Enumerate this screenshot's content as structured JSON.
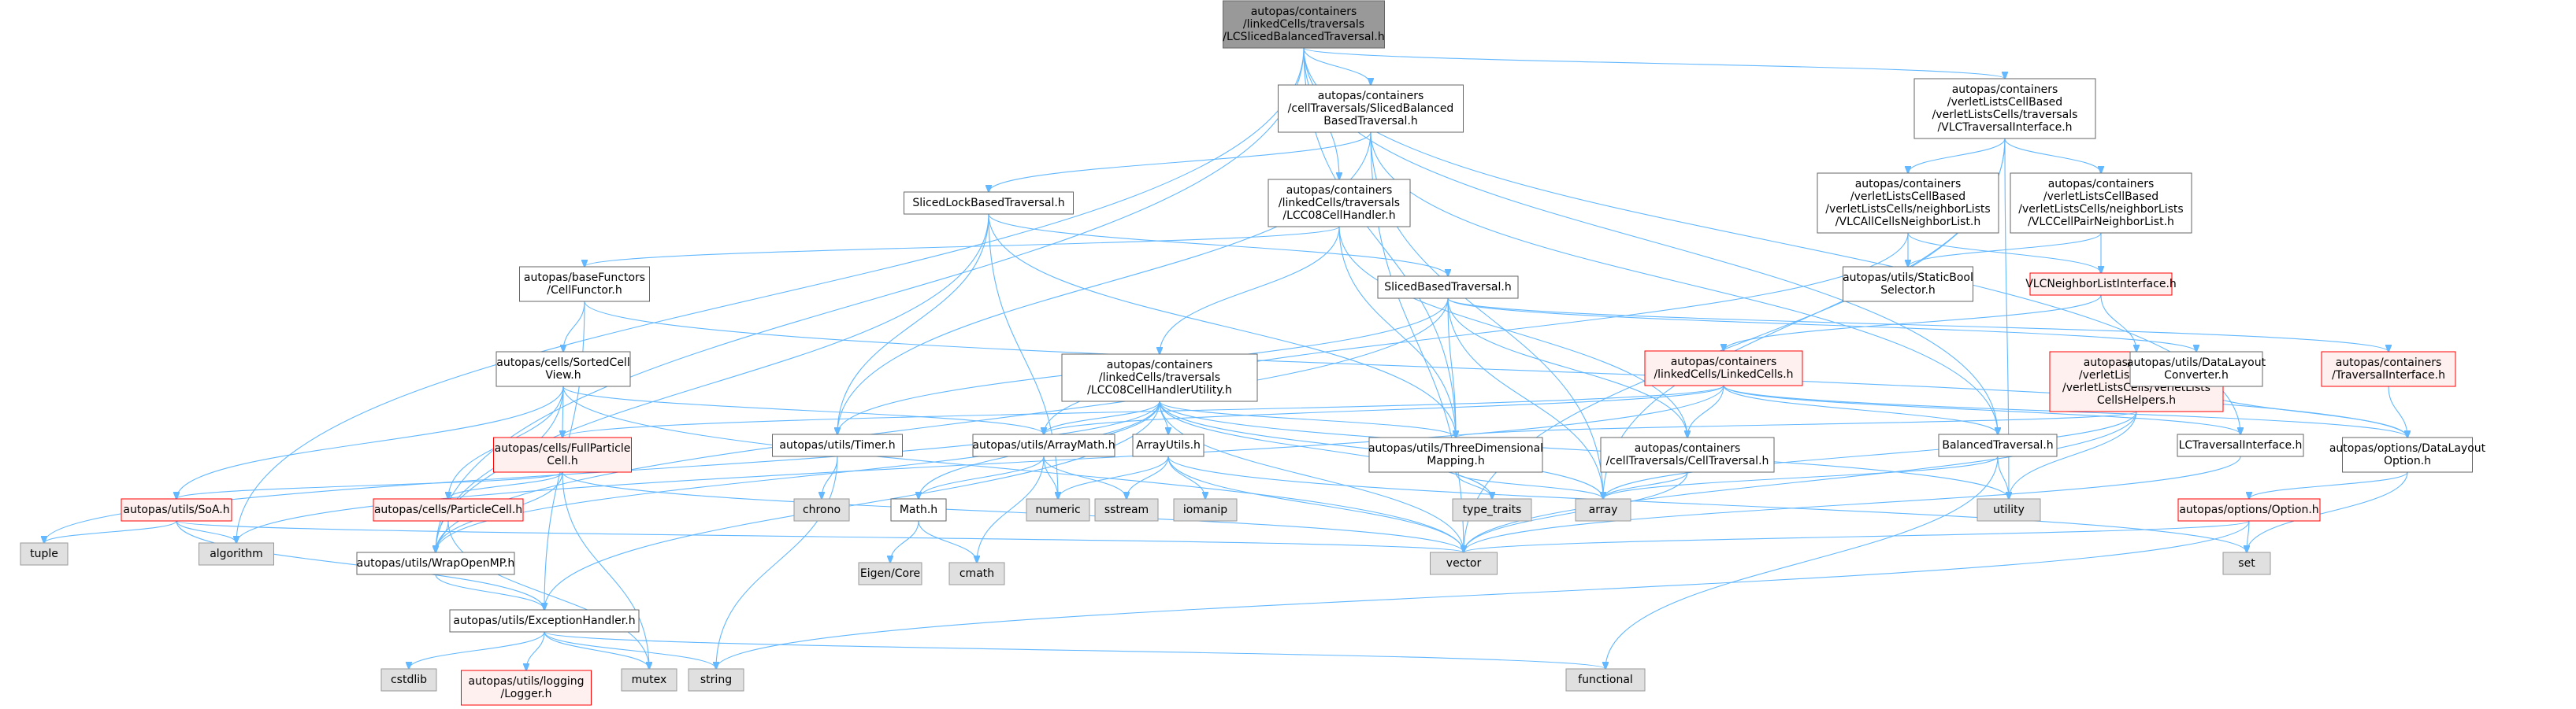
{
  "colors": {
    "edge": "#63b8ff",
    "root_fill": "#999999",
    "normal_fill": "#ffffff",
    "normal_stroke": "#666666",
    "missing_fill": "#e0e0e0",
    "missing_stroke": "#999999",
    "incomplete_fill": "#fff0f0",
    "incomplete_stroke": "#ff0000"
  },
  "nodes": [
    {
      "id": "root",
      "style": "root",
      "lines": [
        "autopas/containers",
        "/linkedCells/traversals",
        "/LCSlicedBalancedTraversal.h"
      ]
    },
    {
      "id": "slicedbal",
      "style": "normal",
      "lines": [
        "autopas/containers",
        "/cellTraversals/SlicedBalanced",
        "BasedTraversal.h"
      ]
    },
    {
      "id": "vlctrav",
      "style": "normal",
      "lines": [
        "autopas/containers",
        "/verletListsCellBased",
        "/verletListsCells/traversals",
        "/VLCTraversalInterface.h"
      ]
    },
    {
      "id": "slicedlock",
      "style": "normal",
      "lines": [
        "SlicedLockBasedTraversal.h"
      ]
    },
    {
      "id": "lcc08handler",
      "style": "normal",
      "lines": [
        "autopas/containers",
        "/linkedCells/traversals",
        "/LCC08CellHandler.h"
      ]
    },
    {
      "id": "vlcall",
      "style": "normal",
      "lines": [
        "autopas/containers",
        "/verletListsCellBased",
        "/verletListsCells/neighborLists",
        "/VLCAllCellsNeighborList.h"
      ]
    },
    {
      "id": "vlcpair",
      "style": "normal",
      "lines": [
        "autopas/containers",
        "/verletListsCellBased",
        "/verletListsCells/neighborLists",
        "/VLCCellPairNeighborList.h"
      ]
    },
    {
      "id": "cellfunctor",
      "style": "normal",
      "lines": [
        "autopas/baseFunctors",
        "/CellFunctor.h"
      ]
    },
    {
      "id": "slicedbased",
      "style": "normal",
      "lines": [
        "SlicedBasedTraversal.h"
      ]
    },
    {
      "id": "staticbool",
      "style": "normal",
      "lines": [
        "autopas/utils/StaticBool",
        "Selector.h"
      ]
    },
    {
      "id": "vlcnli",
      "style": "incomplete",
      "lines": [
        "VLCNeighborListInterface.h"
      ]
    },
    {
      "id": "sortedcell",
      "style": "normal",
      "lines": [
        "autopas/cells/SortedCell",
        "View.h"
      ]
    },
    {
      "id": "lcc08util",
      "style": "normal",
      "lines": [
        "autopas/containers",
        "/linkedCells/traversals",
        "/LCC08CellHandlerUtility.h"
      ]
    },
    {
      "id": "linkedcells",
      "style": "incomplete",
      "lines": [
        "autopas/containers",
        "/linkedCells/LinkedCells.h"
      ]
    },
    {
      "id": "vlchelpers",
      "style": "incomplete",
      "lines": [
        "autopas/containers",
        "/verletListsCellBased",
        "/verletListsCells/VerletLists",
        "CellsHelpers.h"
      ]
    },
    {
      "id": "dlconv",
      "style": "normal",
      "lines": [
        "autopas/utils/DataLayout",
        "Converter.h"
      ]
    },
    {
      "id": "travint",
      "style": "incomplete",
      "lines": [
        "autopas/containers",
        "/TraversalInterface.h"
      ]
    },
    {
      "id": "fullparticle",
      "style": "incomplete",
      "lines": [
        "autopas/cells/FullParticle",
        "Cell.h"
      ]
    },
    {
      "id": "timer",
      "style": "normal",
      "lines": [
        "autopas/utils/Timer.h"
      ]
    },
    {
      "id": "arraymath",
      "style": "normal",
      "lines": [
        "autopas/utils/ArrayMath.h"
      ]
    },
    {
      "id": "arrayutils",
      "style": "normal",
      "lines": [
        "ArrayUtils.h"
      ]
    },
    {
      "id": "threedim",
      "style": "normal",
      "lines": [
        "autopas/utils/ThreeDimensional",
        "Mapping.h"
      ]
    },
    {
      "id": "celltrav",
      "style": "normal",
      "lines": [
        "autopas/containers",
        "/cellTraversals/CellTraversal.h"
      ]
    },
    {
      "id": "baltrav",
      "style": "normal",
      "lines": [
        "BalancedTraversal.h"
      ]
    },
    {
      "id": "lctravint",
      "style": "normal",
      "lines": [
        "LCTraversalInterface.h"
      ]
    },
    {
      "id": "dloption",
      "style": "normal",
      "lines": [
        "autopas/options/DataLayout",
        "Option.h"
      ]
    },
    {
      "id": "soa",
      "style": "incomplete",
      "lines": [
        "autopas/utils/SoA.h"
      ]
    },
    {
      "id": "particlecell",
      "style": "incomplete",
      "lines": [
        "autopas/cells/ParticleCell.h"
      ]
    },
    {
      "id": "chrono",
      "style": "missing",
      "lines": [
        "chrono"
      ]
    },
    {
      "id": "mathh",
      "style": "normal",
      "lines": [
        "Math.h"
      ]
    },
    {
      "id": "numeric",
      "style": "missing",
      "lines": [
        "numeric"
      ]
    },
    {
      "id": "sstream",
      "style": "missing",
      "lines": [
        "sstream"
      ]
    },
    {
      "id": "iomanip",
      "style": "missing",
      "lines": [
        "iomanip"
      ]
    },
    {
      "id": "typetraits",
      "style": "missing",
      "lines": [
        "type_traits"
      ]
    },
    {
      "id": "array",
      "style": "missing",
      "lines": [
        "array"
      ]
    },
    {
      "id": "utility",
      "style": "missing",
      "lines": [
        "utility"
      ]
    },
    {
      "id": "option",
      "style": "incomplete",
      "lines": [
        "autopas/options/Option.h"
      ]
    },
    {
      "id": "tuple",
      "style": "missing",
      "lines": [
        "tuple"
      ]
    },
    {
      "id": "algorithm",
      "style": "missing",
      "lines": [
        "algorithm"
      ]
    },
    {
      "id": "wrapopenmp",
      "style": "normal",
      "lines": [
        "autopas/utils/WrapOpenMP.h"
      ]
    },
    {
      "id": "eigencore",
      "style": "missing",
      "lines": [
        "Eigen/Core"
      ]
    },
    {
      "id": "cmath",
      "style": "missing",
      "lines": [
        "cmath"
      ]
    },
    {
      "id": "vector",
      "style": "missing",
      "lines": [
        "vector"
      ]
    },
    {
      "id": "set",
      "style": "missing",
      "lines": [
        "set"
      ]
    },
    {
      "id": "exception",
      "style": "normal",
      "lines": [
        "autopas/utils/ExceptionHandler.h"
      ]
    },
    {
      "id": "cstdlib",
      "style": "missing",
      "lines": [
        "cstdlib"
      ]
    },
    {
      "id": "logger",
      "style": "incomplete",
      "lines": [
        "autopas/utils/logging",
        "/Logger.h"
      ]
    },
    {
      "id": "mutex",
      "style": "missing",
      "lines": [
        "mutex"
      ]
    },
    {
      "id": "string",
      "style": "missing",
      "lines": [
        "string"
      ]
    },
    {
      "id": "functional",
      "style": "missing",
      "lines": [
        "functional"
      ]
    }
  ],
  "edges": [
    [
      "root",
      "slicedbal"
    ],
    [
      "root",
      "vlctrav"
    ],
    [
      "root",
      "lcc08handler"
    ],
    [
      "root",
      "threedim"
    ],
    [
      "root",
      "wrapopenmp"
    ],
    [
      "root",
      "algorithm"
    ],
    [
      "root",
      "lctravint"
    ],
    [
      "root",
      "baltrav"
    ],
    [
      "slicedbal",
      "slicedlock"
    ],
    [
      "slicedbal",
      "timer"
    ],
    [
      "slicedbal",
      "array"
    ],
    [
      "slicedbal",
      "vector"
    ],
    [
      "slicedbal",
      "baltrav"
    ],
    [
      "vlctrav",
      "vlcall"
    ],
    [
      "vlctrav",
      "vlcpair"
    ],
    [
      "vlctrav",
      "array"
    ],
    [
      "vlctrav",
      "vector"
    ],
    [
      "vlctrav",
      "utility"
    ],
    [
      "slicedlock",
      "slicedbased"
    ],
    [
      "slicedlock",
      "timer"
    ],
    [
      "slicedlock",
      "threedim"
    ],
    [
      "slicedlock",
      "wrapopenmp"
    ],
    [
      "slicedlock",
      "numeric"
    ],
    [
      "lcc08handler",
      "cellfunctor"
    ],
    [
      "lcc08handler",
      "lcc08util"
    ],
    [
      "lcc08handler",
      "threedim"
    ],
    [
      "lcc08handler",
      "celltrav"
    ],
    [
      "vlcall",
      "staticbool"
    ],
    [
      "vlcall",
      "vlcnli"
    ],
    [
      "vlcall",
      "arraymath"
    ],
    [
      "vlcpair",
      "staticbool"
    ],
    [
      "vlcpair",
      "vlcnli"
    ],
    [
      "vlcnli",
      "linkedcells"
    ],
    [
      "vlcnli",
      "vlchelpers"
    ],
    [
      "cellfunctor",
      "sortedcell"
    ],
    [
      "cellfunctor",
      "dloption"
    ],
    [
      "cellfunctor",
      "exception"
    ],
    [
      "slicedbased",
      "celltrav"
    ],
    [
      "slicedbased",
      "threedim"
    ],
    [
      "slicedbased",
      "dlconv"
    ],
    [
      "slicedbased",
      "travint"
    ],
    [
      "slicedbased",
      "array"
    ],
    [
      "slicedbased",
      "timer"
    ],
    [
      "slicedbased",
      "wrapopenmp"
    ],
    [
      "sortedcell",
      "fullparticle"
    ],
    [
      "sortedcell",
      "particlecell"
    ],
    [
      "sortedcell",
      "arraymath"
    ],
    [
      "sortedcell",
      "soa"
    ],
    [
      "sortedcell",
      "vector"
    ],
    [
      "sortedcell",
      "wrapopenmp"
    ],
    [
      "lcc08util",
      "arraymath"
    ],
    [
      "lcc08util",
      "arrayutils"
    ],
    [
      "lcc08util",
      "mathh"
    ],
    [
      "lcc08util",
      "threedim"
    ],
    [
      "lcc08util",
      "array"
    ],
    [
      "lcc08util",
      "vector"
    ],
    [
      "lcc08util",
      "typetraits"
    ],
    [
      "lcc08util",
      "utility"
    ],
    [
      "lcc08util",
      "tuple"
    ],
    [
      "lcc08util",
      "exception"
    ],
    [
      "lcc08util",
      "wrapopenmp"
    ],
    [
      "linkedcells",
      "celltrav"
    ],
    [
      "linkedcells",
      "fullparticle"
    ],
    [
      "linkedcells",
      "arraymath"
    ],
    [
      "linkedcells",
      "baltrav"
    ],
    [
      "linkedcells",
      "lctravint"
    ],
    [
      "linkedcells",
      "dloption"
    ],
    [
      "linkedcells",
      "algorithm"
    ],
    [
      "vlchelpers",
      "threedim"
    ],
    [
      "vlchelpers",
      "array"
    ],
    [
      "vlchelpers",
      "vector"
    ],
    [
      "vlchelpers",
      "utility"
    ],
    [
      "dlconv",
      "dloption"
    ],
    [
      "travint",
      "dloption"
    ],
    [
      "fullparticle",
      "soa"
    ],
    [
      "fullparticle",
      "particlecell"
    ],
    [
      "fullparticle",
      "mutex"
    ],
    [
      "fullparticle",
      "vector"
    ],
    [
      "fullparticle",
      "wrapopenmp"
    ],
    [
      "timer",
      "chrono"
    ],
    [
      "timer",
      "string"
    ],
    [
      "arraymath",
      "mathh"
    ],
    [
      "arraymath",
      "numeric"
    ],
    [
      "arraymath",
      "sstream"
    ],
    [
      "arraymath",
      "cmath"
    ],
    [
      "arrayutils",
      "numeric"
    ],
    [
      "arrayutils",
      "sstream"
    ],
    [
      "arrayutils",
      "iomanip"
    ],
    [
      "arrayutils",
      "vector"
    ],
    [
      "arrayutils",
      "set"
    ],
    [
      "threedim",
      "array"
    ],
    [
      "threedim",
      "typetraits"
    ],
    [
      "celltrav",
      "array"
    ],
    [
      "celltrav",
      "vector"
    ],
    [
      "baltrav",
      "array"
    ],
    [
      "baltrav",
      "utility"
    ],
    [
      "baltrav",
      "functional"
    ],
    [
      "lctravint",
      "vector"
    ],
    [
      "dloption",
      "option"
    ],
    [
      "dloption",
      "set"
    ],
    [
      "option",
      "vector"
    ],
    [
      "option",
      "set"
    ],
    [
      "option",
      "string"
    ],
    [
      "soa",
      "tuple"
    ],
    [
      "soa",
      "algorithm"
    ],
    [
      "soa",
      "vector"
    ],
    [
      "soa",
      "exception"
    ],
    [
      "particlecell",
      "wrapopenmp"
    ],
    [
      "particlecell",
      "mutex"
    ],
    [
      "mathh",
      "eigencore"
    ],
    [
      "mathh",
      "cmath"
    ],
    [
      "wrapopenmp",
      "exception"
    ],
    [
      "exception",
      "cstdlib"
    ],
    [
      "exception",
      "logger"
    ],
    [
      "exception",
      "mutex"
    ],
    [
      "exception",
      "string"
    ],
    [
      "exception",
      "functional"
    ]
  ]
}
